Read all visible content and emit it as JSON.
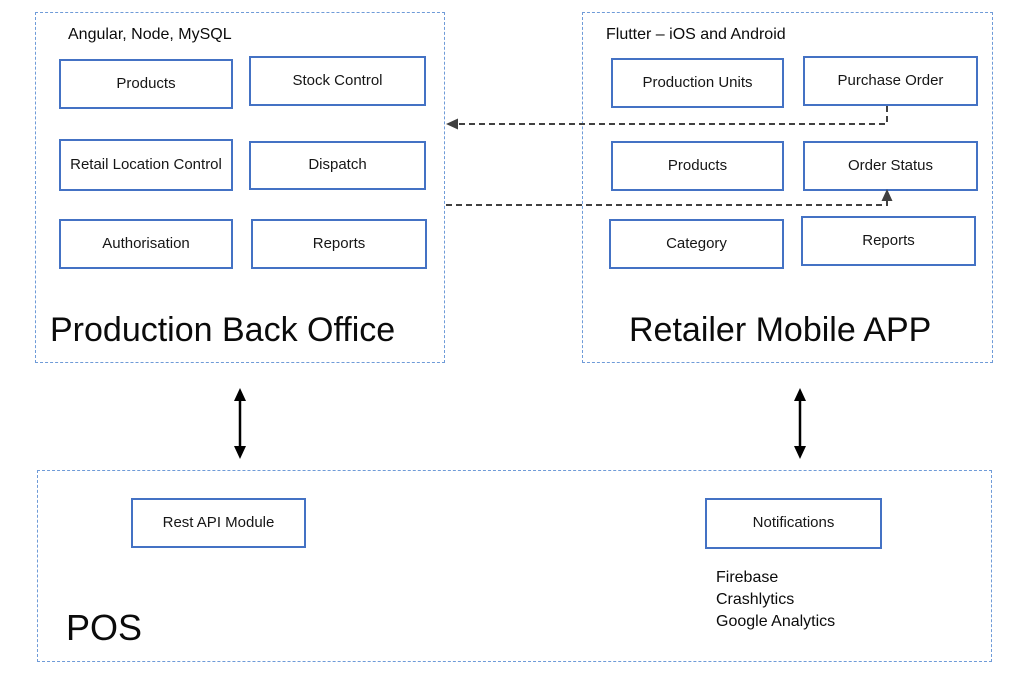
{
  "diagram": {
    "back_office": {
      "tech_label": "Angular, Node, MySQL",
      "title": "Production Back Office",
      "modules": [
        "Products",
        "Stock Control",
        "Retail Location Control",
        "Dispatch",
        "Authorisation",
        "Reports"
      ]
    },
    "mobile_app": {
      "tech_label": "Flutter – iOS and Android",
      "title": "Retailer Mobile APP",
      "modules": [
        "Production Units",
        "Purchase Order",
        "Products",
        "Order Status",
        "Category",
        "Reports"
      ]
    },
    "pos": {
      "title": "POS",
      "modules": [
        "Rest API Module",
        "Notifications"
      ],
      "services": [
        "Firebase",
        "Crashlytics",
        "Google Analytics"
      ]
    },
    "connections": [
      {
        "from": "Purchase Order",
        "to": "Production Back Office",
        "style": "dashed-arrow"
      },
      {
        "from": "Production Back Office",
        "to": "Order Status",
        "style": "dashed-arrow"
      },
      {
        "from": "Production Back Office",
        "to": "POS",
        "style": "double-arrow"
      },
      {
        "from": "Retailer Mobile APP",
        "to": "POS",
        "style": "double-arrow"
      }
    ],
    "colors": {
      "box_border": "#4472C4",
      "container_border": "#6F9BD8",
      "connector": "#404040",
      "arrow": "#000000",
      "text": "#161616"
    }
  }
}
